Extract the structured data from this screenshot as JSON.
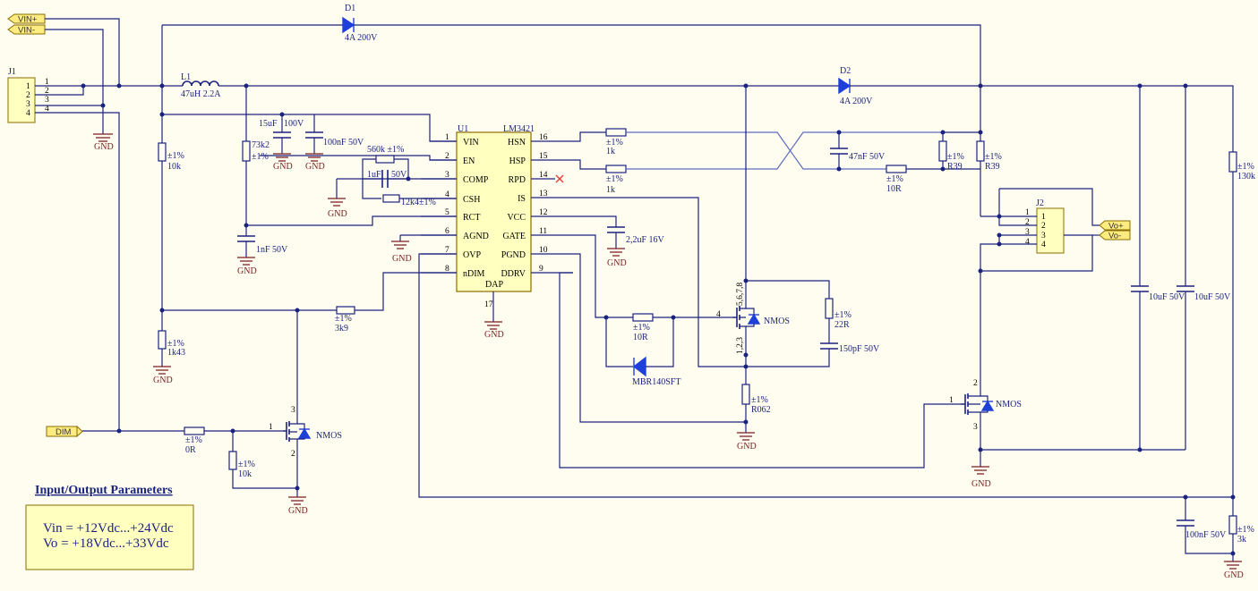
{
  "ports": {
    "vin_pos": "VIN+",
    "vin_neg": "VIN-",
    "dim": "DIM",
    "vo_pos": "Vo+",
    "vo_neg": "Vo-"
  },
  "gnd_label": "GND",
  "connectors": {
    "j1": {
      "ref": "J1",
      "pins": [
        "1",
        "2",
        "3",
        "4"
      ]
    },
    "j2": {
      "ref": "J2",
      "pins": [
        "1",
        "2",
        "3",
        "4"
      ]
    }
  },
  "ic": {
    "ref": "U1",
    "part": "LM3421",
    "dap_pin": "17",
    "left_pins": [
      {
        "num": "1",
        "name": "VIN"
      },
      {
        "num": "2",
        "name": "EN"
      },
      {
        "num": "3",
        "name": "COMP"
      },
      {
        "num": "4",
        "name": "CSH"
      },
      {
        "num": "5",
        "name": "RCT"
      },
      {
        "num": "6",
        "name": "AGND"
      },
      {
        "num": "7",
        "name": "OVP"
      },
      {
        "num": "8",
        "name": "nDIM"
      }
    ],
    "right_pins": [
      {
        "num": "16",
        "name": "HSN"
      },
      {
        "num": "15",
        "name": "HSP"
      },
      {
        "num": "14",
        "name": "RPD"
      },
      {
        "num": "13",
        "name": "IS"
      },
      {
        "num": "12",
        "name": "VCC"
      },
      {
        "num": "11",
        "name": "GATE"
      },
      {
        "num": "10",
        "name": "PGND"
      },
      {
        "num": "9",
        "name": "DDRV"
      }
    ],
    "dap_label": "DAP"
  },
  "components": {
    "d1": {
      "ref": "D1",
      "value": "4A 200V"
    },
    "d2": {
      "ref": "D2",
      "value": "4A 200V"
    },
    "l1": {
      "ref": "L1",
      "value": "47uH 2.2A"
    },
    "c_15u": {
      "value": "15uF",
      "voltage": "100V"
    },
    "c_100n_in": {
      "value": "100nF 50V"
    },
    "r_560k": {
      "value": "560k ±1%"
    },
    "c_1u": {
      "value": "1uF",
      "voltage": "50V"
    },
    "r_12k4": {
      "value": "12k4±1%"
    },
    "r_10k_left": {
      "tol": "±1%",
      "value": "10k"
    },
    "r_73k2": {
      "value": "73k2",
      "tol": "±1%"
    },
    "c_1n": {
      "value": "1nF 50V"
    },
    "r_1k43": {
      "tol": "±1%",
      "value": "1k43"
    },
    "r_3k9": {
      "tol": "±1%",
      "value": "3k9"
    },
    "r_0r": {
      "tol": "±1%",
      "value": "0R"
    },
    "r_10k_dim": {
      "tol": "±1%",
      "value": "10k"
    },
    "q_dim": {
      "type": "NMOS",
      "pin_gate": "1",
      "pin_drain": "3",
      "pin_source": "2"
    },
    "r_1k_hsn": {
      "tol": "±1%",
      "value": "1k"
    },
    "r_1k_hsp": {
      "tol": "±1%",
      "value": "1k"
    },
    "c_47n": {
      "value": "47nF 50V"
    },
    "r_10r_sense": {
      "tol": "±1%",
      "value": "10R"
    },
    "r_r39_a": {
      "tol": "±1%",
      "value": "R39"
    },
    "r_r39_b": {
      "tol": "±1%",
      "value": "R39"
    },
    "c_2u2": {
      "value": "2,2uF 16V"
    },
    "r_10r_gate": {
      "tol": "±1%",
      "value": "10R"
    },
    "d_mbr": {
      "value": "MBR140SFT"
    },
    "q_main": {
      "type": "NMOS",
      "pin_gate": "4",
      "pins_drain": "5,6,7,8",
      "pins_source": "1,2,3"
    },
    "r_22r": {
      "tol": "±1%",
      "value": "22R"
    },
    "c_150p": {
      "value": "150pF 50V"
    },
    "r_r062": {
      "tol": "±1%",
      "value": "R062"
    },
    "q_dim_out": {
      "type": "NMOS",
      "pin_gate": "1",
      "pin_drain": "2",
      "pin_source": "3"
    },
    "c_10u_a": {
      "value": "10uF 50V"
    },
    "c_10u_b": {
      "value": "10uF 50V"
    },
    "r_130k": {
      "tol": "±1%",
      "value": "130k"
    },
    "c_100n_out": {
      "value": "100nF 50V"
    },
    "r_3k": {
      "tol": "±1%",
      "value": "3k"
    }
  },
  "params": {
    "title": "Input/Output Parameters",
    "vin": "Vin = +12Vdc...+24Vdc",
    "vo": "Vo = +18Vdc...+33Vdc"
  }
}
